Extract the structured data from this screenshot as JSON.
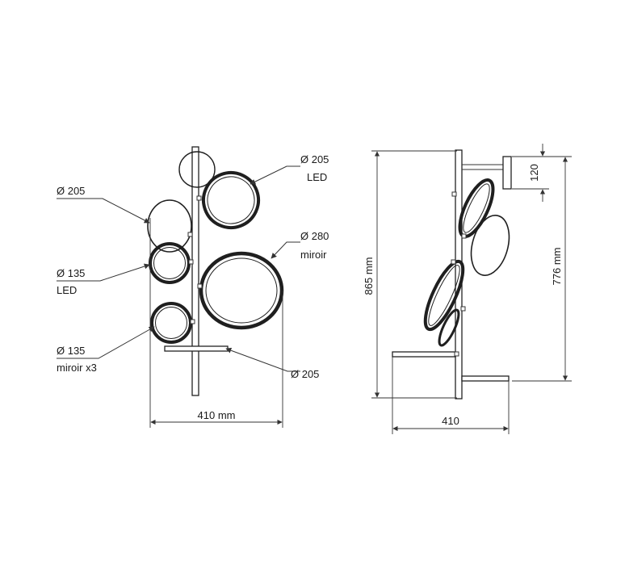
{
  "front_view": {
    "labels": {
      "top_right_disc_diameter": "Ø 205",
      "top_right_disc_type": "LED",
      "left_upper_disc_diameter": "Ø 205",
      "large_disc_diameter": "Ø 280",
      "large_disc_type": "miroir",
      "left_small_disc_diameter": "Ø 135",
      "left_small_disc_type": "LED",
      "lower_small_disc_diameter": "Ø 135",
      "lower_small_disc_type": "miroir x3",
      "tray_diameter": "Ø 205"
    },
    "width_dimension": "410 mm"
  },
  "side_view": {
    "height_total": "865 mm",
    "height_partial": "776 mm",
    "wall_mount_height": "120",
    "base_width": "410"
  }
}
